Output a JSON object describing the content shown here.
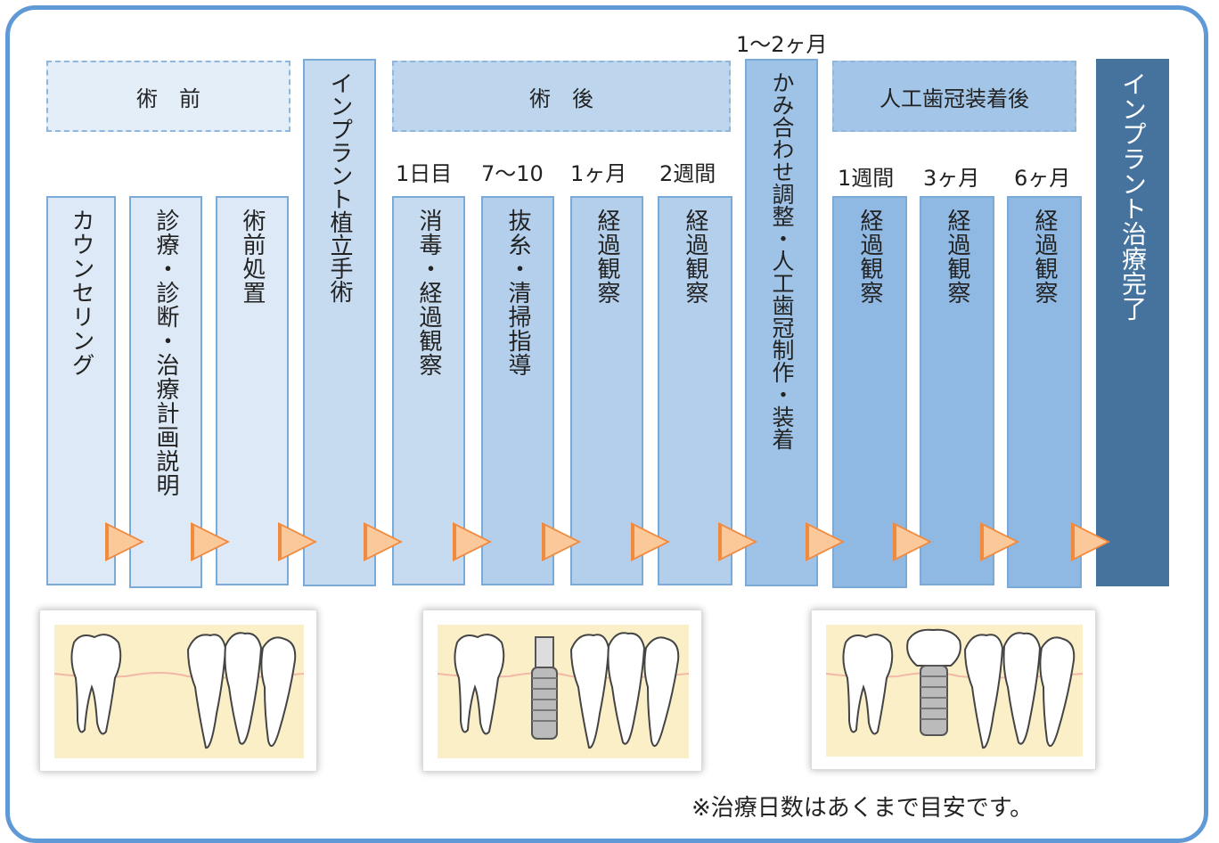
{
  "phases": {
    "pre": "術　前",
    "post": "術　後",
    "crown": "人工歯冠装着後"
  },
  "interval_top": "1〜2ヶ月",
  "intervals": [
    "1日目",
    "7〜10",
    "1ヶ月",
    "2週間",
    "1週間",
    "3ヶ月",
    "6ヶ月"
  ],
  "steps": [
    "カウンセリング",
    "診療・診断・治療計画説明",
    "術前処置",
    "インプラント植立手術",
    "消毒・経過観察",
    "抜糸・清掃指導",
    "経過観察",
    "経過観察",
    "かみ合わせ調整・人工歯冠制作・装着",
    "経過観察",
    "経過観察",
    "経過観察",
    "インプラント治療完了"
  ],
  "note": "※治療日数はあくまで目安です。",
  "colors": {
    "frame": "#5f9ad6",
    "arrow": "#f08a3e",
    "final_step": "#45739d",
    "gum_background": "#fbefc8"
  }
}
